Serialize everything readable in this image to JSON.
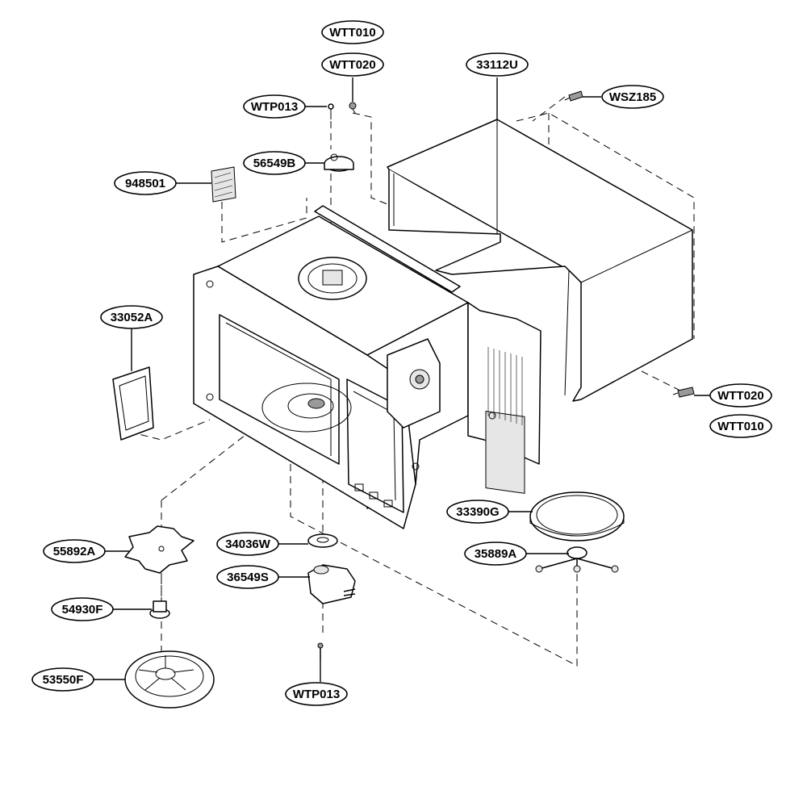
{
  "callouts": [
    {
      "id": "wtt010-top",
      "label": "WTT010"
    },
    {
      "id": "wtt020-top",
      "label": "WTT020"
    },
    {
      "id": "33112u",
      "label": "33112U"
    },
    {
      "id": "wtp013-top",
      "label": "WTP013"
    },
    {
      "id": "wsz185",
      "label": "WSZ185"
    },
    {
      "id": "56549b",
      "label": "56549B"
    },
    {
      "id": "948501",
      "label": "948501"
    },
    {
      "id": "33052a",
      "label": "33052A"
    },
    {
      "id": "wtt020-right",
      "label": "WTT020"
    },
    {
      "id": "wtt010-right",
      "label": "WTT010"
    },
    {
      "id": "33390g",
      "label": "33390G"
    },
    {
      "id": "35889a",
      "label": "35889A"
    },
    {
      "id": "55892a",
      "label": "55892A"
    },
    {
      "id": "34036w",
      "label": "34036W"
    },
    {
      "id": "36549s",
      "label": "36549S"
    },
    {
      "id": "54930f",
      "label": "54930F"
    },
    {
      "id": "53550f",
      "label": "53550F"
    },
    {
      "id": "wtp013-bottom",
      "label": "WTP013"
    }
  ]
}
